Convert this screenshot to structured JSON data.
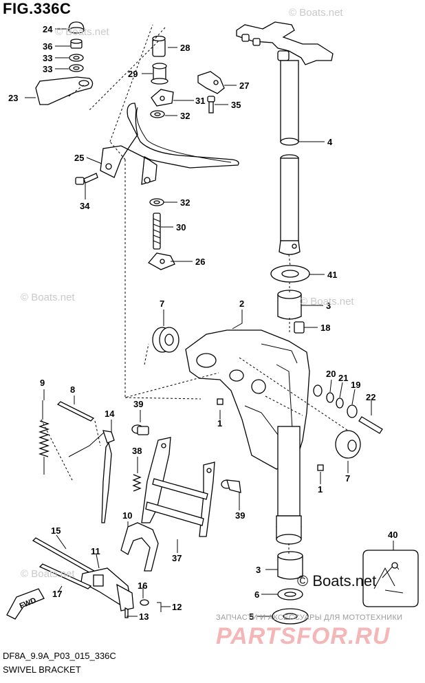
{
  "figure": {
    "title": "FIG.336C",
    "code": "DF8A_9.9A_P03_015_336C",
    "name": "SWIVEL BRACKET"
  },
  "watermarks": {
    "boats": "© Boats.net",
    "boats_big": "© Boats.net",
    "ru_small": "ЗАПЧАСТИ И АКСЕССУАРЫ ДЛЯ МОТОТЕХНИКИ",
    "ru_logo": "PARTSFOR.RU"
  },
  "fwd_label": "FWD",
  "callouts": [
    "24",
    "36",
    "33",
    "33",
    "23",
    "28",
    "29",
    "27",
    "31",
    "35",
    "32",
    "4",
    "25",
    "34",
    "32",
    "30",
    "26",
    "41",
    "7",
    "2",
    "3",
    "18",
    "9",
    "8",
    "14",
    "39",
    "20",
    "21",
    "19",
    "22",
    "1",
    "38",
    "7",
    "1",
    "10",
    "39",
    "15",
    "11",
    "37",
    "16",
    "17",
    "12",
    "13",
    "3",
    "40",
    "6",
    "5"
  ]
}
